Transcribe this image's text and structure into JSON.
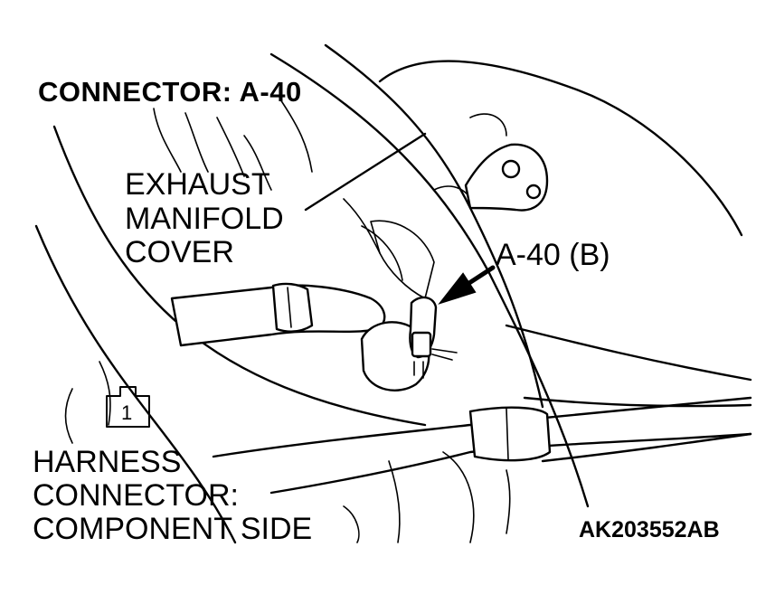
{
  "title": "CONNECTOR: A-40",
  "labels": {
    "exhaust_line1": "EXHAUST",
    "exhaust_line2": "MANIFOLD",
    "exhaust_line3": "COVER",
    "connector_ref": "A-40 (B)",
    "harness_line1": "HARNESS",
    "harness_line2": "CONNECTOR:",
    "harness_line3": "COMPONENT SIDE",
    "pin_number": "1",
    "figure_id": "AK203552AB"
  },
  "icons": [
    "connector-face-icon",
    "pointer-arrow-icon"
  ]
}
